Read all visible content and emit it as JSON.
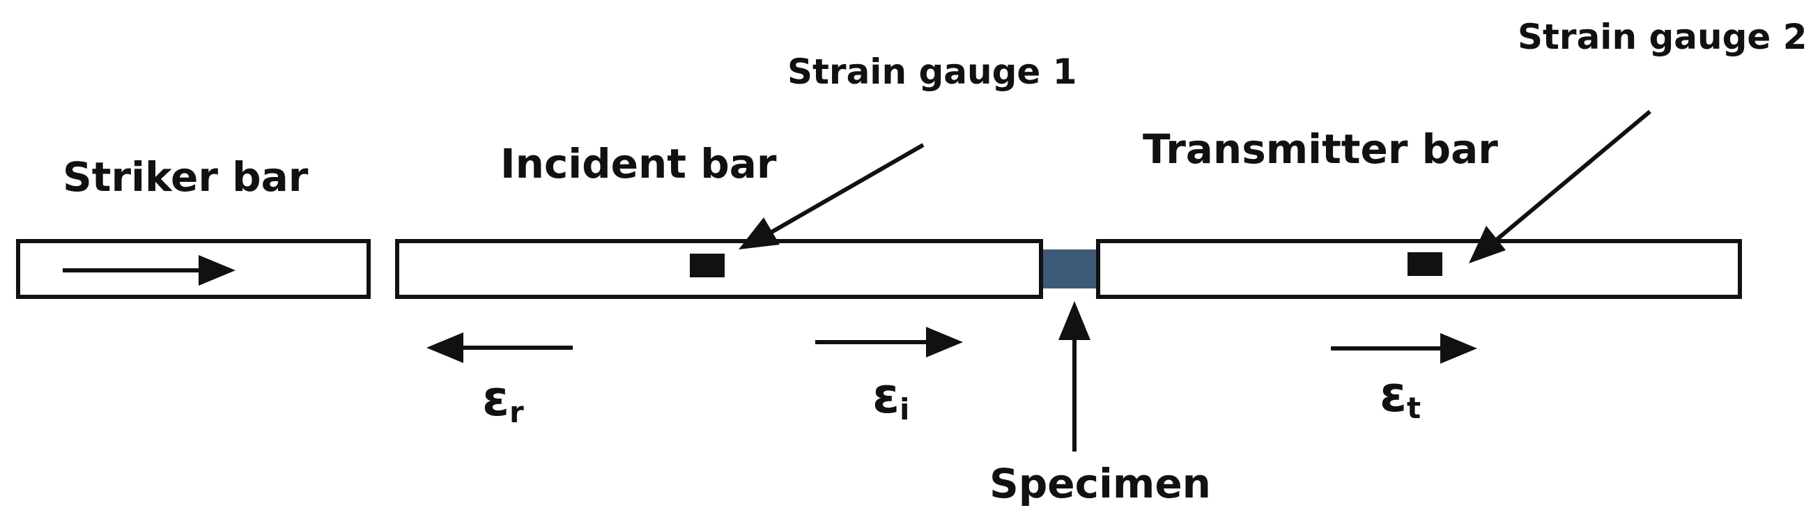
{
  "labels": {
    "striker_bar": "Striker bar",
    "incident_bar": "Incident bar",
    "transmitter_bar": "Transmitter bar",
    "strain_gauge_1": "Strain gauge 1",
    "strain_gauge_2": "Strain gauge 2",
    "specimen": "Specimen"
  },
  "strains": {
    "reflected": {
      "symbol": "ε",
      "subscript": "r"
    },
    "incident": {
      "symbol": "ε",
      "subscript": "i"
    },
    "transmitted": {
      "symbol": "ε",
      "subscript": "t"
    }
  },
  "colors": {
    "outline": "#111111",
    "specimen": "#3d5a78",
    "background": "#ffffff"
  }
}
